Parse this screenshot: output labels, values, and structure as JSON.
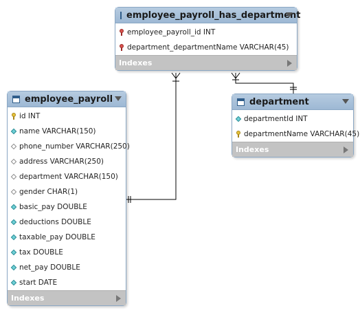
{
  "tables": {
    "employee_payroll_has_department": {
      "name": "employee_payroll_has_department",
      "columns": [
        {
          "text": "employee_payroll_id INT",
          "icon": "foreign-key-icon"
        },
        {
          "text": "department_departmentName VARCHAR(45)",
          "icon": "foreign-key-icon"
        }
      ],
      "indexes_label": "Indexes"
    },
    "employee_payroll": {
      "name": "employee_payroll",
      "columns": [
        {
          "text": "id INT",
          "icon": "primary-key-icon"
        },
        {
          "text": "name VARCHAR(150)",
          "icon": "filled-diamond-icon"
        },
        {
          "text": "phone_number VARCHAR(250)",
          "icon": "empty-diamond-icon"
        },
        {
          "text": "address VARCHAR(250)",
          "icon": "empty-diamond-icon"
        },
        {
          "text": "department VARCHAR(150)",
          "icon": "empty-diamond-icon"
        },
        {
          "text": "gender CHAR(1)",
          "icon": "empty-diamond-icon"
        },
        {
          "text": "basic_pay DOUBLE",
          "icon": "filled-diamond-icon"
        },
        {
          "text": "deductions DOUBLE",
          "icon": "filled-diamond-icon"
        },
        {
          "text": "taxable_pay DOUBLE",
          "icon": "filled-diamond-icon"
        },
        {
          "text": "tax DOUBLE",
          "icon": "filled-diamond-icon"
        },
        {
          "text": "net_pay DOUBLE",
          "icon": "filled-diamond-icon"
        },
        {
          "text": "start DATE",
          "icon": "filled-diamond-icon"
        }
      ],
      "indexes_label": "Indexes"
    },
    "department": {
      "name": "department",
      "columns": [
        {
          "text": "departmentId INT",
          "icon": "filled-diamond-icon"
        },
        {
          "text": "departmentName VARCHAR(45)",
          "icon": "primary-key-icon"
        }
      ],
      "indexes_label": "Indexes"
    }
  },
  "colors": {
    "header": "#9db8d4",
    "border": "#8aa7c4",
    "indexes_bar": "#c3c3c3",
    "relationship_line": "#000000"
  }
}
